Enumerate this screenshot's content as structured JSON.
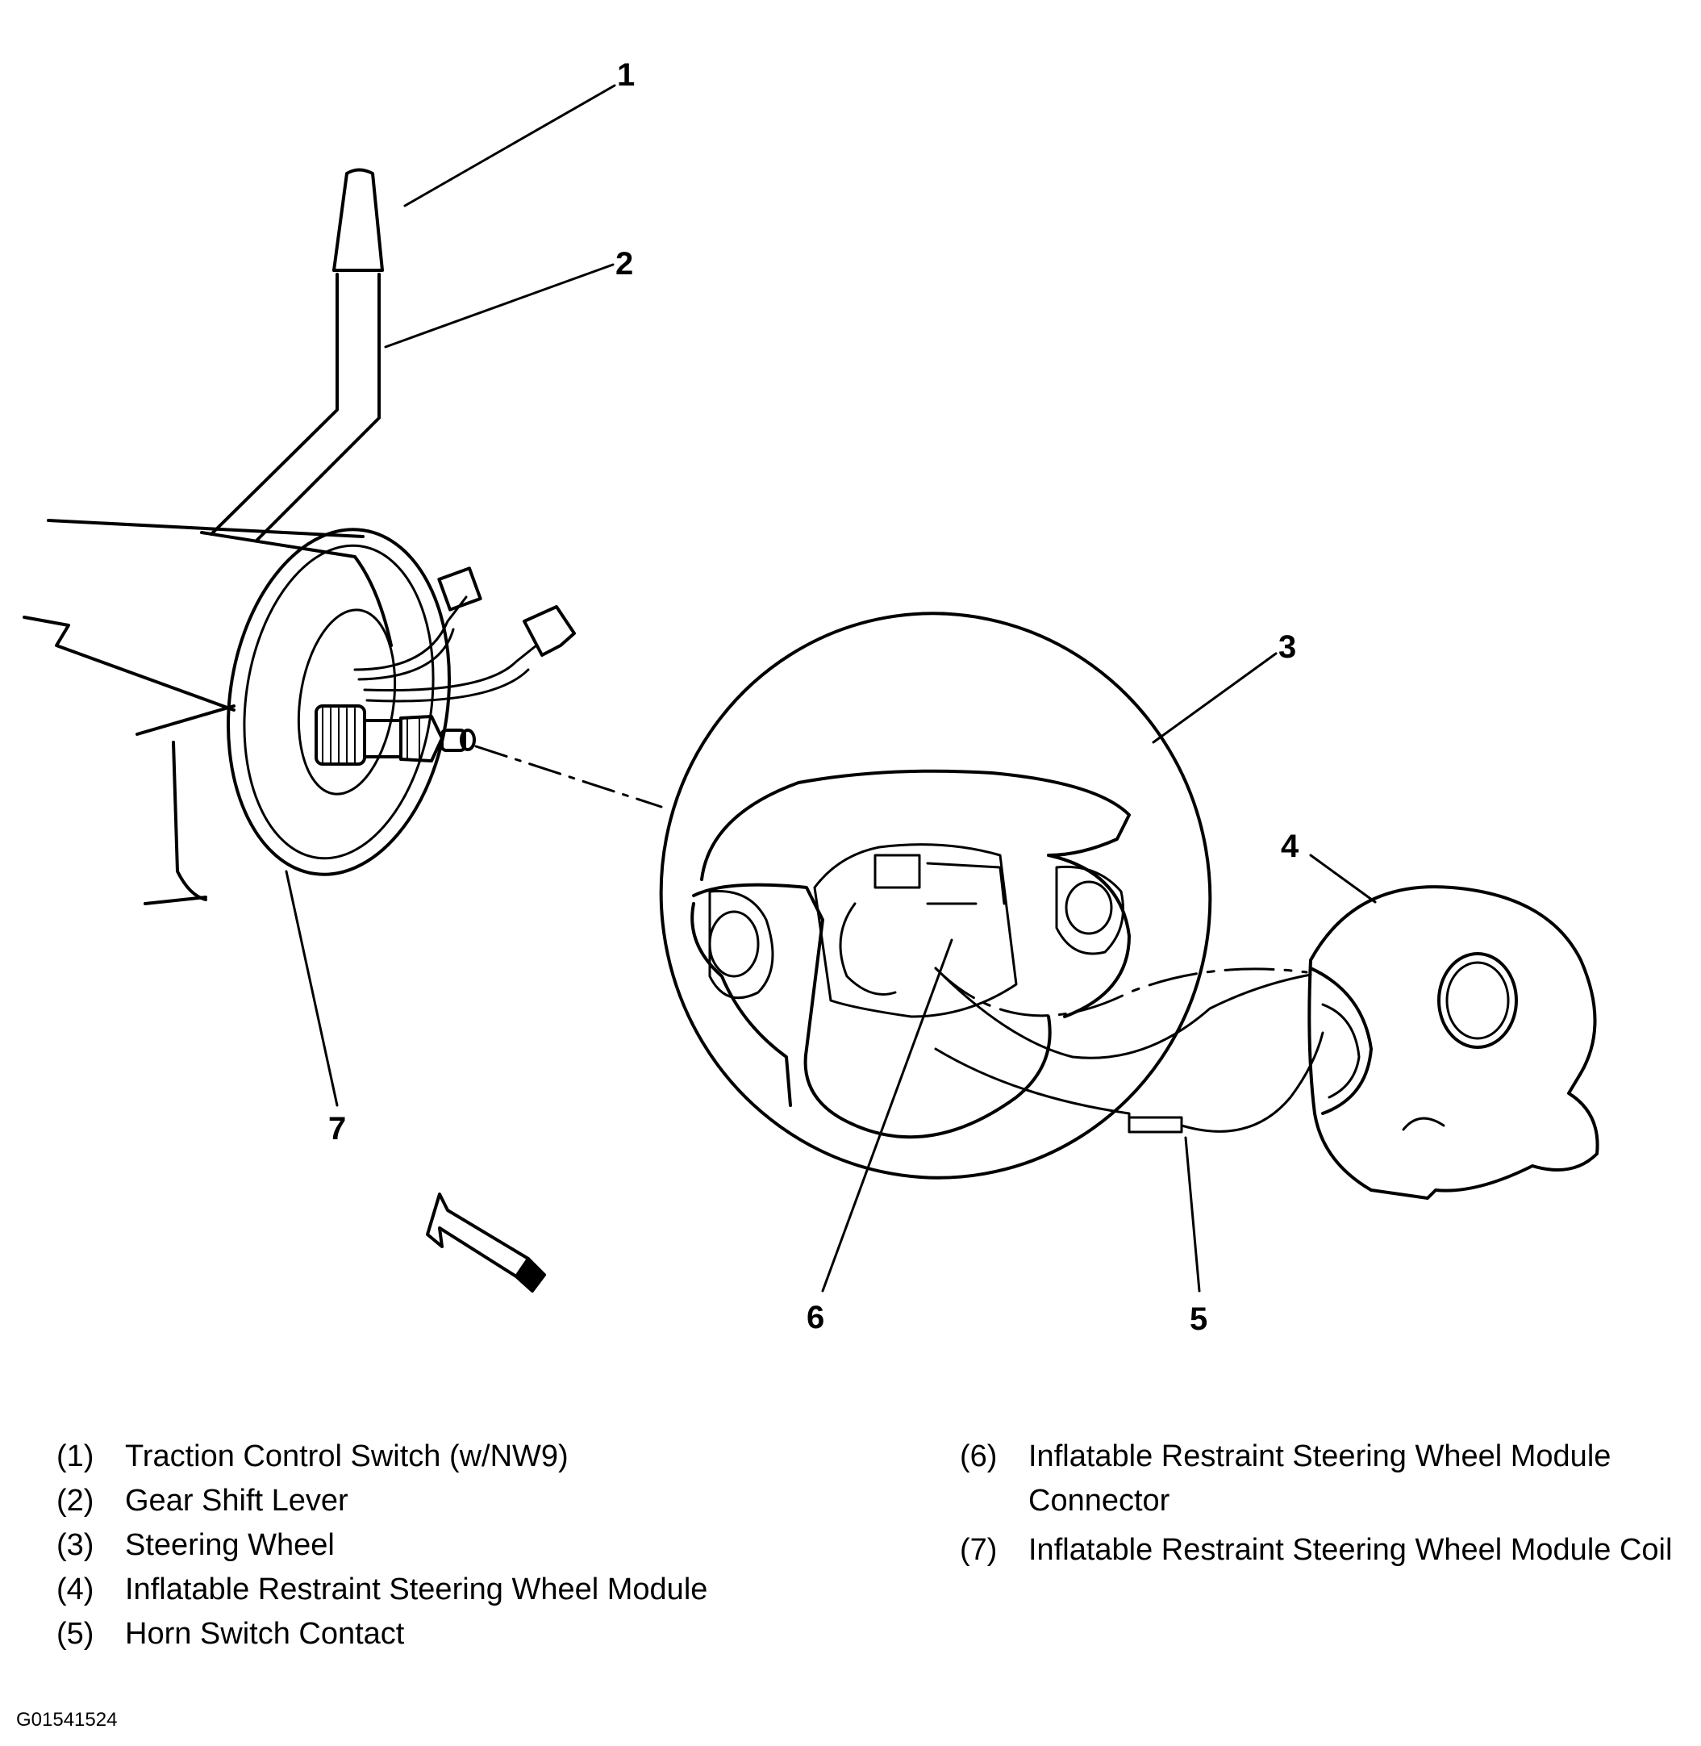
{
  "callouts": [
    "1",
    "2",
    "3",
    "4",
    "5",
    "6",
    "7"
  ],
  "legend": {
    "left": [
      {
        "num": "(1)",
        "text": "Traction Control Switch (w/NW9)"
      },
      {
        "num": "(2)",
        "text": "Gear Shift Lever"
      },
      {
        "num": "(3)",
        "text": "Steering Wheel"
      },
      {
        "num": "(4)",
        "text": "Inflatable Restraint Steering Wheel Module"
      },
      {
        "num": "(5)",
        "text": "Horn Switch Contact"
      }
    ],
    "right": [
      {
        "num": "(6)",
        "text": "Inflatable Restraint Steering Wheel Module Connector"
      },
      {
        "num": "(7)",
        "text": "Inflatable Restraint Steering Wheel Module Coil"
      }
    ]
  },
  "figure_id": "G01541524"
}
